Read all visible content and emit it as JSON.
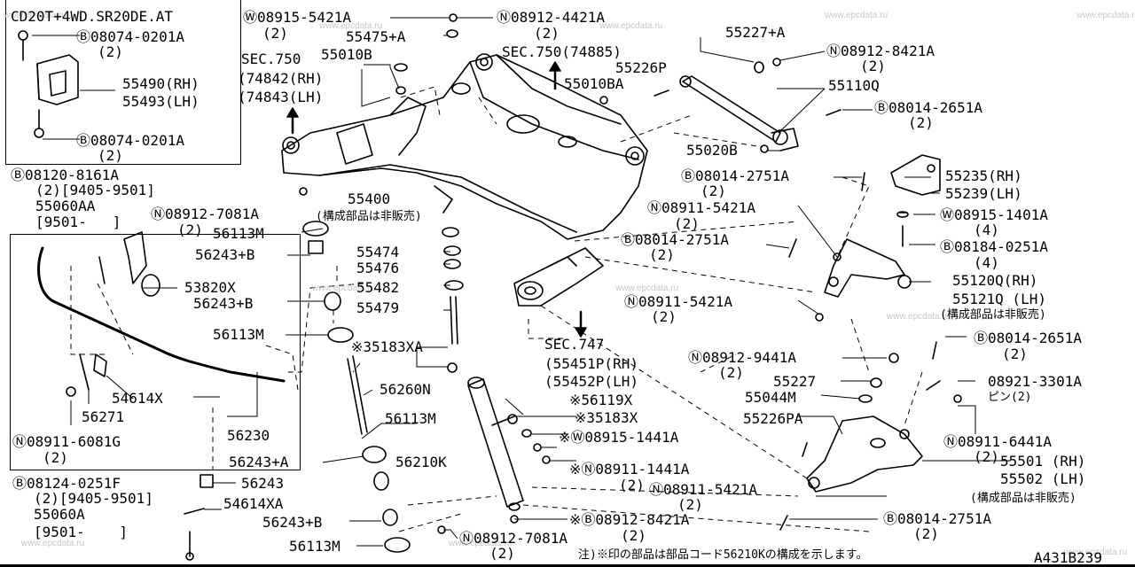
{
  "watermark": "www.epcdata.ru",
  "colors": {
    "ink": "#000000",
    "watermark": "#c8c8c8"
  },
  "labels": {
    "model": "CD20T+4WD.SR20DE.AT",
    "w_08915_5421A": "Ⓦ08915-5421A",
    "q2": "(2)",
    "q4": "(4)",
    "n_08912_4421A": "Ⓝ08912-4421A",
    "b_08074_0201A": "Ⓑ08074-0201A",
    "p55475A": "55475+A",
    "sec750": "SEC.750",
    "p55010B": "55010B",
    "sec750b": "SEC.750(74885)",
    "p55227A": "55227+A",
    "n_08912_8421A": "Ⓝ08912-8421A",
    "p74842": "(74842(RH)",
    "p74843": "(74843(LH)",
    "p55226P": "55226P",
    "p55490": "55490(RH)",
    "p55493": "55493(LH)",
    "p55010BA": "55010BA",
    "p55110Q": "55110Q",
    "b_08014_2651A": "Ⓑ08014-2651A",
    "p55020B": "55020B",
    "b_08120_8161A": "Ⓑ08120-8161A",
    "d9405": "(2)[9405-9501]",
    "b_08014_2751A": "Ⓑ08014-2751A",
    "p55235": "55235(RH)",
    "p55060AA": "55060AA",
    "p55400": "55400",
    "p55239": "55239(LH)",
    "d9501": "[9501-   ]",
    "n_08912_7081A": "Ⓝ08912-7081A",
    "not_sold": "(構成部品は非販売)",
    "n_08911_5421A": "Ⓝ08911-5421A",
    "w_08915_1401A": "Ⓦ08915-1401A",
    "p56113M": "56113M",
    "p55474": "55474",
    "b_08184_0251A": "Ⓑ08184-0251A",
    "p56243B": "56243+B",
    "p55476": "55476",
    "p53820X": "53820X",
    "p55482": "55482",
    "p55120Q": "55120Q(RH)",
    "p55121Q": "55121Q (LH)",
    "not_sold2": "(構成部品は非販売)",
    "p55479": "55479",
    "sec747": "SEC.747",
    "p35183XA": "※35183XA",
    "p55451P": "(55451P(RH)",
    "p55452P": "(55452P(LH)",
    "n_08912_9441A": "Ⓝ08912-9441A",
    "p54614X": "54614X",
    "p56260N": "56260N",
    "p55227": "55227",
    "b_08921_3301A": "08921-3301A",
    "pin2": "ピン(2)",
    "p56271": "56271",
    "p56119X": "※56119X",
    "p55044M": "55044M",
    "p35183X": "※35183X",
    "p56230": "56230",
    "w_08915_1441A": "※Ⓦ08915-1441A",
    "p55226PA": "55226PA",
    "n_08911_6441A": "Ⓝ08911-6441A",
    "n_08911_6081G": "Ⓝ08911-6081G",
    "p56243A": "56243+A",
    "p56210K": "56210K",
    "n_08911_1441A": "※Ⓝ08911-1441A",
    "p55501": "55501 (RH)",
    "p55502": "55502 (LH)",
    "b_08124_0251F": "Ⓑ08124-0251F",
    "p56243": "56243",
    "b_08912_8421A": "※Ⓑ08912-8421A",
    "p54614XA": "54614XA",
    "p55060A": "55060A",
    "d9501b": "[9501-    ]",
    "n_08912_7081A_b": "Ⓝ08912-7081A",
    "note": "注)※印の部品は部品コード56210Kの構成を示します。",
    "figure_id": "A431B239"
  }
}
